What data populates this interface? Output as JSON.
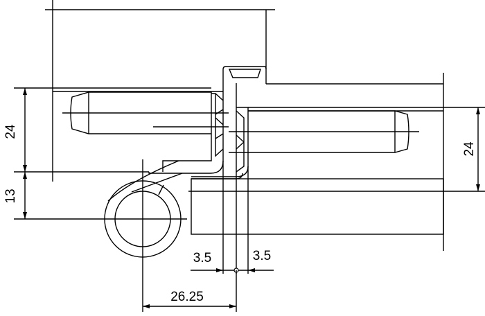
{
  "drawing": {
    "dimensions": {
      "left_upper": "24",
      "left_lower": "13",
      "right": "24",
      "gap_left": "3.5",
      "gap_right": "3.5",
      "center_offset": "26.25"
    }
  }
}
